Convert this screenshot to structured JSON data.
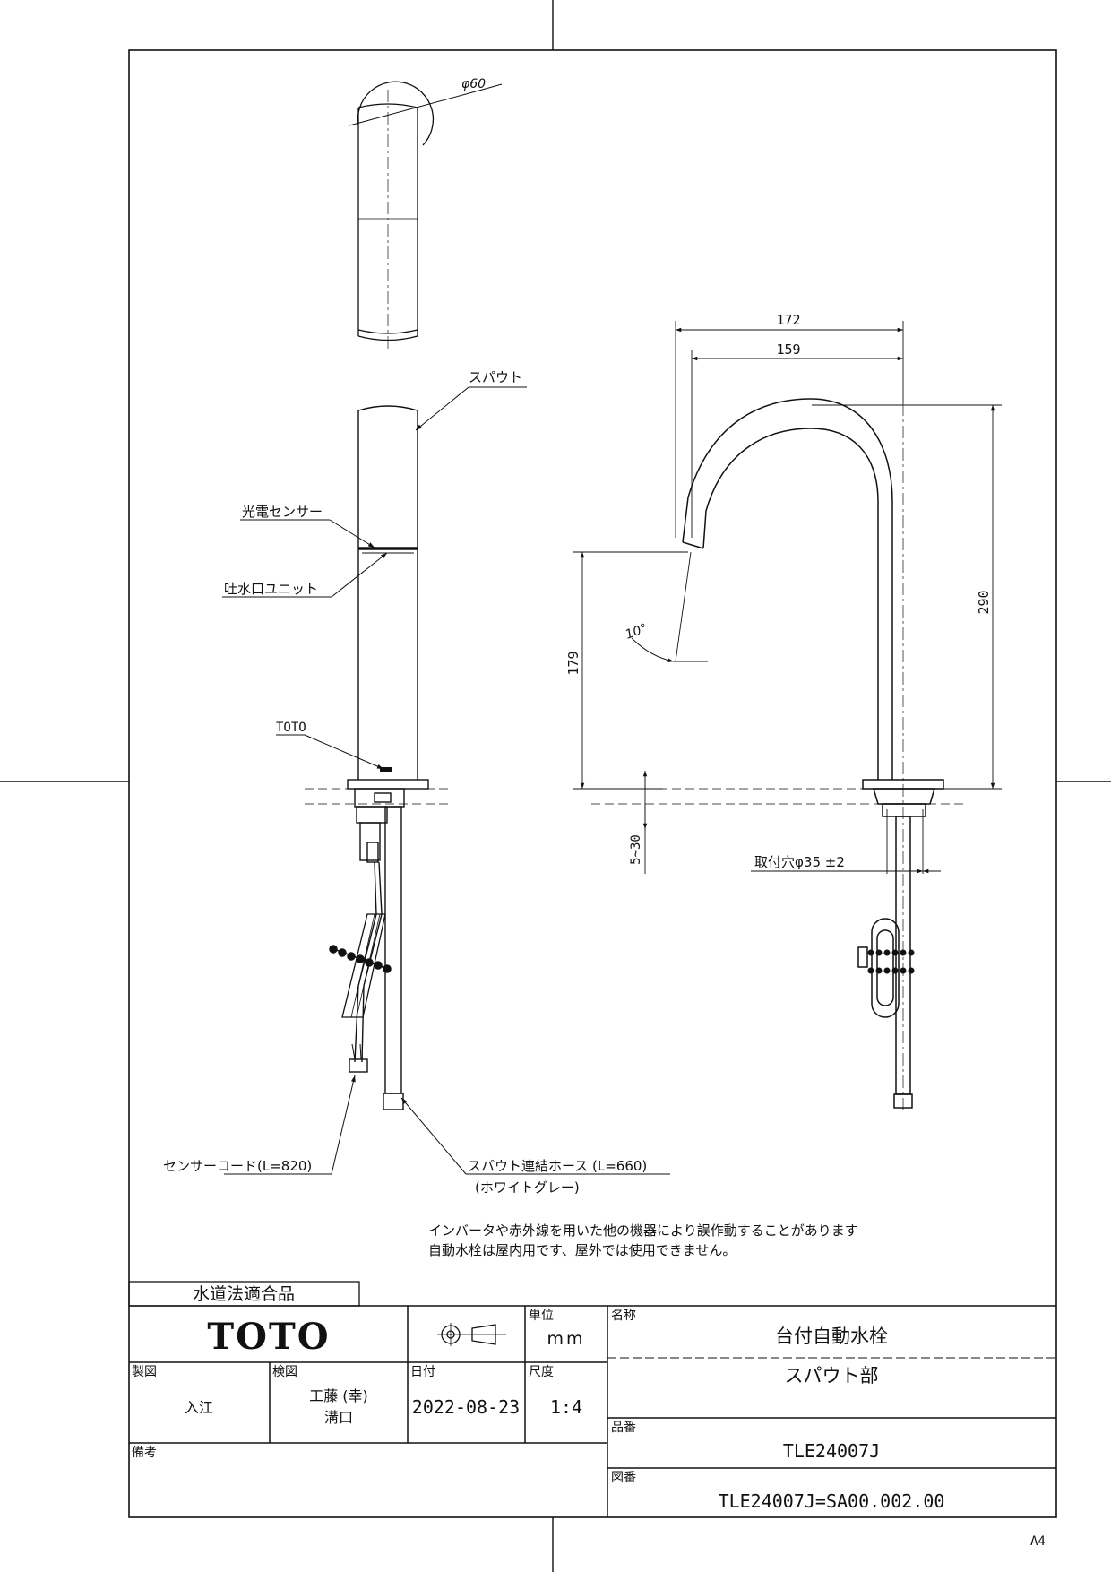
{
  "drawing": {
    "top_view": {
      "diameter_label": "φ60"
    },
    "side_view": {
      "callouts": {
        "spout": "スパウト",
        "sensor": "光電センサー",
        "outlet_unit": "吐水口ユニット",
        "brand_mark": "TOTO",
        "sensor_cord": "センサーコード(L=820)",
        "hose": "スパウト連結ホース (L=660)",
        "hose_color": "(ホワイトグレー)"
      }
    },
    "front_view": {
      "dim_172": "172",
      "dim_159": "159",
      "dim_290": "290",
      "dim_179": "179",
      "angle": "10°",
      "dim_5_30": "5~30",
      "mount_hole": "取付穴φ35 ±2"
    },
    "notes": [
      "インバータや赤外線を用いた他の機器により誤作動することがあります",
      "自動水栓は屋内用です、屋外では使用できません。"
    ]
  },
  "title_block": {
    "compliance": "水道法適合品",
    "logo": "TOTO",
    "unit_label": "単位",
    "unit_value": "mm",
    "name_label": "名称",
    "name_1": "台付自動水栓",
    "name_2": "スパウト部",
    "drawn_label": "製図",
    "drawn_value": "入江",
    "checked_label": "検図",
    "checked_1": "工藤 (幸)",
    "checked_2": "溝口",
    "date_label": "日付",
    "date_value": "2022-08-23",
    "scale_label": "尺度",
    "scale_value": "1:4",
    "part_label": "品番",
    "part_value": "TLE24007J",
    "drawing_no_label": "図番",
    "drawing_no_value": "TLE24007J=SA00.002.00",
    "remarks_label": "備考"
  },
  "paper_size": "A4"
}
